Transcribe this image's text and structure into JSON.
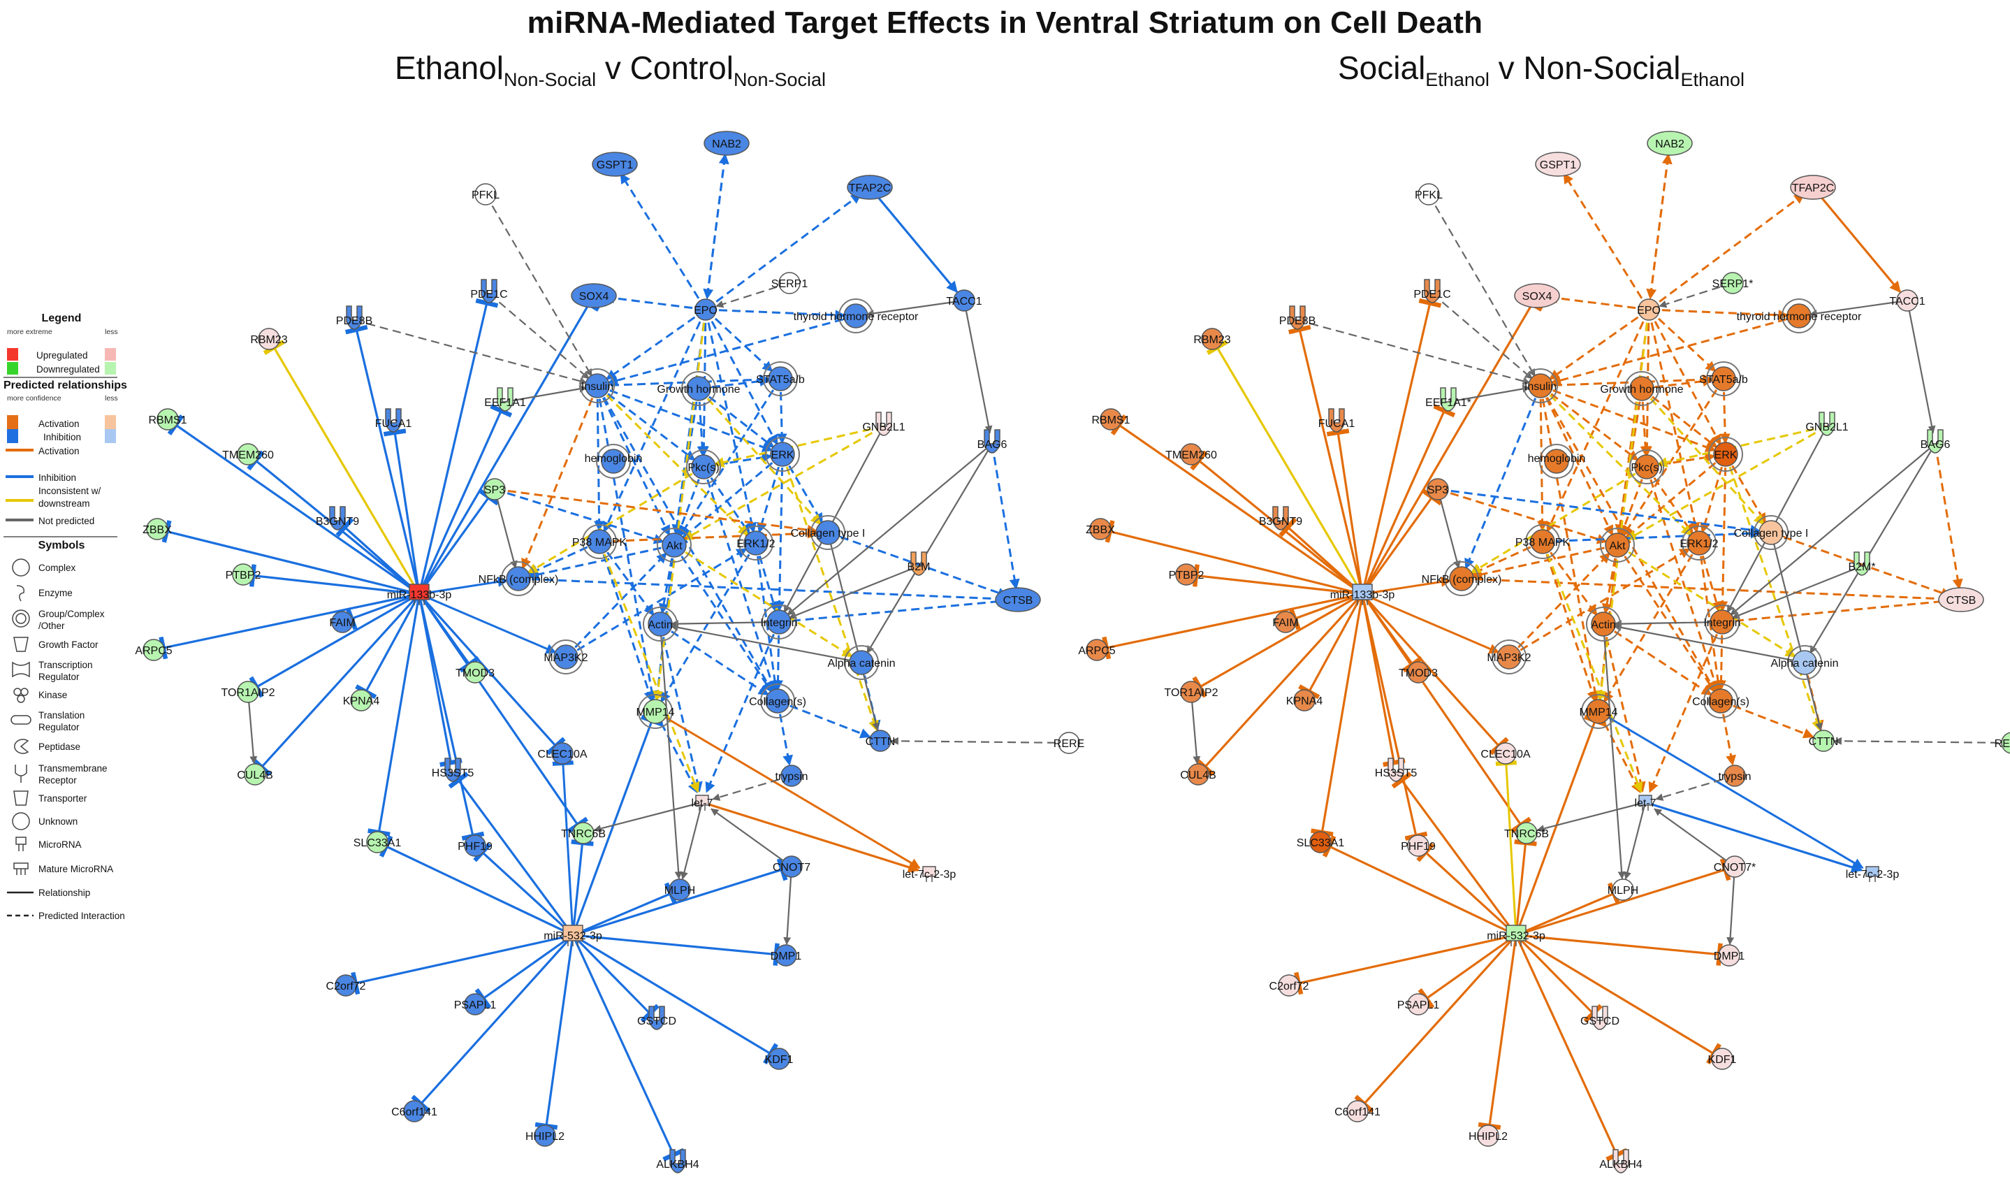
{
  "title": "miRNA-Mediated Target Effects in Ventral Striatum on Cell Death",
  "colors": {
    "activation": "#e36c09",
    "inhibition": "#1a6fdf",
    "inconsistent": "#e6c700",
    "not_predicted": "#666666",
    "up_strong": "#f4372e",
    "up_weak": "#f6b8b4",
    "down_strong": "#37d42c",
    "down_weak": "#b7f4b0",
    "act_pred_strong": "#e56f16",
    "act_pred_weak": "#f7c49d",
    "inh_pred_strong": "#1f6fe0",
    "inh_pred_weak": "#a8c8f2"
  },
  "legend": {
    "title": "Legend",
    "scale_more": "more extreme",
    "scale_less": "less",
    "upregulated": "Upregulated",
    "downregulated": "Downregulated",
    "predicted_title": "Predicted relationships",
    "confidence_more": "more confidence",
    "confidence_less": "less",
    "activation_box": "Activation",
    "inhibition_box": "Inhibition",
    "line_activation": "Activation",
    "line_inhibition": "Inhibition",
    "line_inconsistent_1": "Inconsistent w/",
    "line_inconsistent_2": "downstream",
    "line_not_predicted": "Not predicted",
    "symbols_title": "Symbols",
    "symbols": [
      {
        "icon": "complex-icon",
        "label": "Complex"
      },
      {
        "icon": "enzyme-icon",
        "label": "Enzyme"
      },
      {
        "icon": "group-complex-icon",
        "label": "Group/Complex",
        "label2": "/Other"
      },
      {
        "icon": "growth-factor-icon",
        "label": "Growth Factor"
      },
      {
        "icon": "transcription-regulator-icon",
        "label": "Transcription",
        "label2": "Regulator"
      },
      {
        "icon": "kinase-icon",
        "label": "Kinase"
      },
      {
        "icon": "translation-regulator-icon",
        "label": "Translation",
        "label2": "Regulator"
      },
      {
        "icon": "peptidase-icon",
        "label": "Peptidase"
      },
      {
        "icon": "transmembrane-receptor-icon",
        "label": "Transmembrane",
        "label2": "Receptor"
      },
      {
        "icon": "transporter-icon",
        "label": "Transporter"
      },
      {
        "icon": "unknown-icon",
        "label": "Unknown"
      },
      {
        "icon": "microrna-icon",
        "label": "MicroRNA"
      },
      {
        "icon": "mature-microrna-icon",
        "label": "Mature MicroRNA"
      },
      {
        "icon": "relationship-line-icon",
        "label": "Relationship"
      },
      {
        "icon": "predicted-interaction-line-icon",
        "label": "Predicted Interaction"
      }
    ]
  },
  "panels": [
    {
      "id": "left",
      "title_parts": [
        "Ethanol",
        "Non-Social",
        " v Control",
        "Non-Social"
      ],
      "mirna_hubs": [
        {
          "label": "miR-133b-3p",
          "color": "#f4372e"
        },
        {
          "label": "miR-532-3p",
          "color": "#f7c49d"
        }
      ],
      "nodes": [
        {
          "label": "NAB2",
          "color": "#4a86e3"
        },
        {
          "label": "GSPT1",
          "color": "#4a86e3"
        },
        {
          "label": "TFAP2C",
          "color": "#4a86e3"
        },
        {
          "label": "PFKL",
          "color": "#ffffff"
        },
        {
          "label": "SERP1",
          "color": "#ffffff"
        },
        {
          "label": "TACC1",
          "color": "#4a86e3"
        },
        {
          "label": "thyroid hormone receptor",
          "color": "#4a86e3"
        },
        {
          "label": "SOX4",
          "color": "#4a86e3"
        },
        {
          "label": "EPO",
          "color": "#4a86e3"
        },
        {
          "label": "PDE8B",
          "color": "#4a86e3"
        },
        {
          "label": "PDE1C",
          "color": "#4a86e3"
        },
        {
          "label": "RBM23",
          "color": "#f6dede"
        },
        {
          "label": "Insulin",
          "color": "#4a86e3"
        },
        {
          "label": "Growth hormone",
          "color": "#4a86e3"
        },
        {
          "label": "STAT5a/b",
          "color": "#4a86e3"
        },
        {
          "label": "EEF1A1",
          "color": "#b7f4b0"
        },
        {
          "label": "GNB2L1",
          "color": "#f6dede"
        },
        {
          "label": "RBMS1",
          "color": "#b7f4b0"
        },
        {
          "label": "FUCA1",
          "color": "#4a86e3"
        },
        {
          "label": "TMEM260",
          "color": "#b7f4b0"
        },
        {
          "label": "hemoglobin",
          "color": "#4a86e3"
        },
        {
          "label": "Pkc(s)",
          "color": "#4a86e3"
        },
        {
          "label": "ERK",
          "color": "#4a86e3"
        },
        {
          "label": "BAG6",
          "color": "#4a86e3"
        },
        {
          "label": "SP3",
          "color": "#b7f4b0"
        },
        {
          "label": "B3GNT9",
          "color": "#4a86e3"
        },
        {
          "label": "ZBBX",
          "color": "#b7f4b0"
        },
        {
          "label": "P38 MAPK",
          "color": "#4a86e3"
        },
        {
          "label": "Akt",
          "color": "#4a86e3"
        },
        {
          "label": "ERK1/2",
          "color": "#4a86e3"
        },
        {
          "label": "Collagen type I",
          "color": "#4a86e3"
        },
        {
          "label": "B2M",
          "color": "#f3a05a"
        },
        {
          "label": "PTBP2",
          "color": "#b7f4b0"
        },
        {
          "label": "NFkB (complex)",
          "color": "#4a86e3"
        },
        {
          "label": "CTSB",
          "color": "#4a86e3"
        },
        {
          "label": "FAIM",
          "color": "#4a86e3"
        },
        {
          "label": "Actin",
          "color": "#4a86e3"
        },
        {
          "label": "Integrin",
          "color": "#4a86e3"
        },
        {
          "label": "ARPC5",
          "color": "#b7f4b0"
        },
        {
          "label": "MAP3K2",
          "color": "#4a86e3"
        },
        {
          "label": "Alpha catenin",
          "color": "#4a86e3"
        },
        {
          "label": "TMOD3",
          "color": "#b7f4b0"
        },
        {
          "label": "TOR1AIP2",
          "color": "#b7f4b0"
        },
        {
          "label": "KPNA4",
          "color": "#b7f4b0"
        },
        {
          "label": "MMP14",
          "color": "#b7f4b0"
        },
        {
          "label": "Collagen(s)",
          "color": "#4a86e3"
        },
        {
          "label": "CTTN",
          "color": "#4a86e3"
        },
        {
          "label": "RERE",
          "color": "#ffffff"
        },
        {
          "label": "CLEC10A",
          "color": "#4a86e3"
        },
        {
          "label": "CUL4B",
          "color": "#b7f4b0"
        },
        {
          "label": "HS3ST5",
          "color": "#4a86e3"
        },
        {
          "label": "trypsin",
          "color": "#4a86e3"
        },
        {
          "label": "let-7",
          "color": "#f6dede"
        },
        {
          "label": "SLC33A1",
          "color": "#b7f4b0"
        },
        {
          "label": "TNRC6B",
          "color": "#b7f4b0"
        },
        {
          "label": "PHF19",
          "color": "#4a86e3"
        },
        {
          "label": "CNOT7",
          "color": "#4a86e3"
        },
        {
          "label": "let-7c-2-3p",
          "color": "#f6dede"
        },
        {
          "label": "MLPH",
          "color": "#4a86e3"
        },
        {
          "label": "DMP1",
          "color": "#4a86e3"
        },
        {
          "label": "C2orf72",
          "color": "#4a86e3"
        },
        {
          "label": "PSAPL1",
          "color": "#4a86e3"
        },
        {
          "label": "GSTCD",
          "color": "#4a86e3"
        },
        {
          "label": "KDF1",
          "color": "#4a86e3"
        },
        {
          "label": "C6orf141",
          "color": "#4a86e3"
        },
        {
          "label": "HHIPL2",
          "color": "#4a86e3"
        },
        {
          "label": "ALKBH4",
          "color": "#4a86e3"
        }
      ]
    },
    {
      "id": "right",
      "title_parts": [
        "Social",
        "Ethanol",
        " v Non-Social",
        "Ethanol"
      ],
      "mirna_hubs": [
        {
          "label": "miR-133b-3p",
          "color": "#a8c8f2"
        },
        {
          "label": "miR-532-3p",
          "color": "#b7f4b0"
        }
      ],
      "nodes": [
        {
          "label": "NAB2",
          "color": "#b7f4b0"
        },
        {
          "label": "GSPT1",
          "color": "#f6dede"
        },
        {
          "label": "TFAP2C",
          "color": "#f6cfcf"
        },
        {
          "label": "PFKL",
          "color": "#ffffff"
        },
        {
          "label": "SERP1*",
          "color": "#b7f4b0"
        },
        {
          "label": "TACC1",
          "color": "#f6dede"
        },
        {
          "label": "thyroid hormone receptor",
          "color": "#e57a2a"
        },
        {
          "label": "SOX4",
          "color": "#f6cfcf"
        },
        {
          "label": "EPO",
          "color": "#f7c49d"
        },
        {
          "label": "PDE8B",
          "color": "#e8894a"
        },
        {
          "label": "PDE1C",
          "color": "#e8894a"
        },
        {
          "label": "RBM23",
          "color": "#e8894a"
        },
        {
          "label": "Insulin",
          "color": "#e57a2a"
        },
        {
          "label": "Growth hormone",
          "color": "#e57a2a"
        },
        {
          "label": "STAT5a/b",
          "color": "#e57a2a"
        },
        {
          "label": "EEF1A1*",
          "color": "#b7f4b0"
        },
        {
          "label": "GNB2L1",
          "color": "#b7f4b0"
        },
        {
          "label": "RBMS1",
          "color": "#e8894a"
        },
        {
          "label": "FUCA1",
          "color": "#e8894a"
        },
        {
          "label": "TMEM260",
          "color": "#e8894a"
        },
        {
          "label": "hemoglobin",
          "color": "#e57a2a"
        },
        {
          "label": "Pkc(s)",
          "color": "#e57a2a"
        },
        {
          "label": "ERK",
          "color": "#e05f10"
        },
        {
          "label": "BAG6",
          "color": "#b7f4b0"
        },
        {
          "label": "SP3",
          "color": "#e8894a"
        },
        {
          "label": "B3GNT9",
          "color": "#e8894a"
        },
        {
          "label": "ZBBX",
          "color": "#e8894a"
        },
        {
          "label": "P38 MAPK",
          "color": "#e57a2a"
        },
        {
          "label": "Akt",
          "color": "#e57a2a"
        },
        {
          "label": "ERK1/2",
          "color": "#e57a2a"
        },
        {
          "label": "Collagen type I",
          "color": "#f7c49d"
        },
        {
          "label": "B2M*",
          "color": "#b7f4b0"
        },
        {
          "label": "PTBP2",
          "color": "#e8894a"
        },
        {
          "label": "NFkB (complex)",
          "color": "#e57a2a"
        },
        {
          "label": "CTSB",
          "color": "#f6dede"
        },
        {
          "label": "FAIM",
          "color": "#e8894a"
        },
        {
          "label": "Actin",
          "color": "#e57a2a"
        },
        {
          "label": "Integrin",
          "color": "#e57a2a"
        },
        {
          "label": "ARPC5",
          "color": "#e8894a"
        },
        {
          "label": "MAP3K2",
          "color": "#e8894a"
        },
        {
          "label": "Alpha catenin",
          "color": "#a8c8f2"
        },
        {
          "label": "TMOD3",
          "color": "#e8894a"
        },
        {
          "label": "TOR1AIP2",
          "color": "#e8894a"
        },
        {
          "label": "KPNA4",
          "color": "#e8894a"
        },
        {
          "label": "MMP14",
          "color": "#e57a2a"
        },
        {
          "label": "Collagen(s)",
          "color": "#e57a2a"
        },
        {
          "label": "CTTN",
          "color": "#b7f4b0"
        },
        {
          "label": "RERE*",
          "color": "#b7f4b0"
        },
        {
          "label": "CLEC10A",
          "color": "#f6dede"
        },
        {
          "label": "CUL4B",
          "color": "#e8894a"
        },
        {
          "label": "HS3ST5",
          "color": "#f6dede"
        },
        {
          "label": "trypsin",
          "color": "#e8894a"
        },
        {
          "label": "let-7",
          "color": "#a8c8f2"
        },
        {
          "label": "SLC33A1",
          "color": "#e05f10"
        },
        {
          "label": "TNRC6B",
          "color": "#b7f4b0"
        },
        {
          "label": "PHF19",
          "color": "#f6dede"
        },
        {
          "label": "CNOT7*",
          "color": "#f6dede"
        },
        {
          "label": "let-7c-2-3p",
          "color": "#a8c8f2"
        },
        {
          "label": "MLPH",
          "color": "#ffffff"
        },
        {
          "label": "DMP1",
          "color": "#f6dede"
        },
        {
          "label": "C2orf72",
          "color": "#f6dede"
        },
        {
          "label": "PSAPL1",
          "color": "#f6dede"
        },
        {
          "label": "GSTCD",
          "color": "#f6dede"
        },
        {
          "label": "KDF1",
          "color": "#f6dede"
        },
        {
          "label": "C6orf141",
          "color": "#f6dede"
        },
        {
          "label": "HHIPL2",
          "color": "#f6dede"
        },
        {
          "label": "ALKBH4",
          "color": "#f6dede"
        }
      ]
    }
  ]
}
